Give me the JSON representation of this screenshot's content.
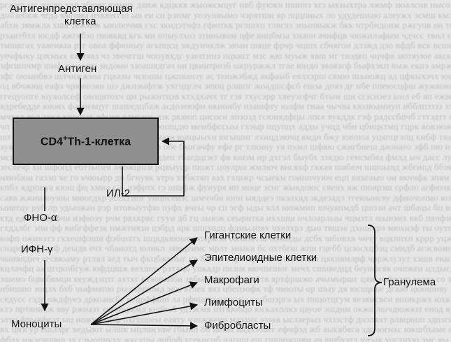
{
  "diagram": {
    "apc_line1": "Антигенпредставляющая",
    "apc_line2": "клетка",
    "antigen": "Антиген",
    "box": {
      "pre": "CD4",
      "sup": "+",
      "post": "Th-1-клетка"
    },
    "il2": "ИЛ-2",
    "tnf": "ФНО-α",
    "ifn": "ИФН-γ",
    "monocytes": "Моноциты",
    "targets": [
      "Гигантские клетки",
      "Эпителиоидные клетки",
      "Макрофаги",
      "Лимфоциты",
      "Фибробласты"
    ],
    "granuloma": "Гранулема"
  }
}
